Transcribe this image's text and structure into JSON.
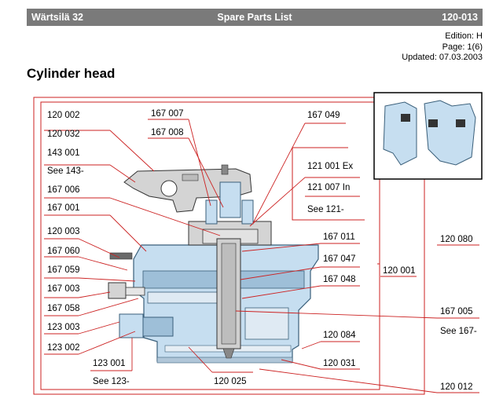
{
  "header": {
    "manual": "Wärtsilä 32",
    "title": "Spare Parts List",
    "doc_number": "120-013"
  },
  "meta": {
    "edition": "Edition: H",
    "page": "Page: 1(6)",
    "updated": "Updated: 07.03.2003"
  },
  "page_title": "Cylinder head",
  "callouts": {
    "c120002": "120 002",
    "c120032": "120 032",
    "c143001": "143 001",
    "see143": "See 143-",
    "c167006": "167 006",
    "c167001": "167 001",
    "c120003": "120 003",
    "c167060": "167 060",
    "c167059": "167 059",
    "c167003": "167 003",
    "c167058": "167 058",
    "c123003": "123 003",
    "c123002": "123 002",
    "c123001": "123 001",
    "see123": "See 123-",
    "c120025": "120 025",
    "c167007": "167 007",
    "c167008": "167 008",
    "c167049": "167 049",
    "c121001": "121 001 Ex",
    "c121007": "121 007 In",
    "see121": "See 121-",
    "c167011": "167 011",
    "c167047": "167 047",
    "c167048": "167 048",
    "c120001": "120 001",
    "c120080": "120 080",
    "c167005": "167 005",
    "see167": "See 167-",
    "c120084": "120 084",
    "c120031": "120 031",
    "c120012": "120 012"
  },
  "colors": {
    "header_bg": "#7a7a7a",
    "leader_red": "#cc2222",
    "part_blue": "#b8d4e8",
    "part_dark": "#3a5f7a",
    "part_gray": "#d0d0d0"
  }
}
